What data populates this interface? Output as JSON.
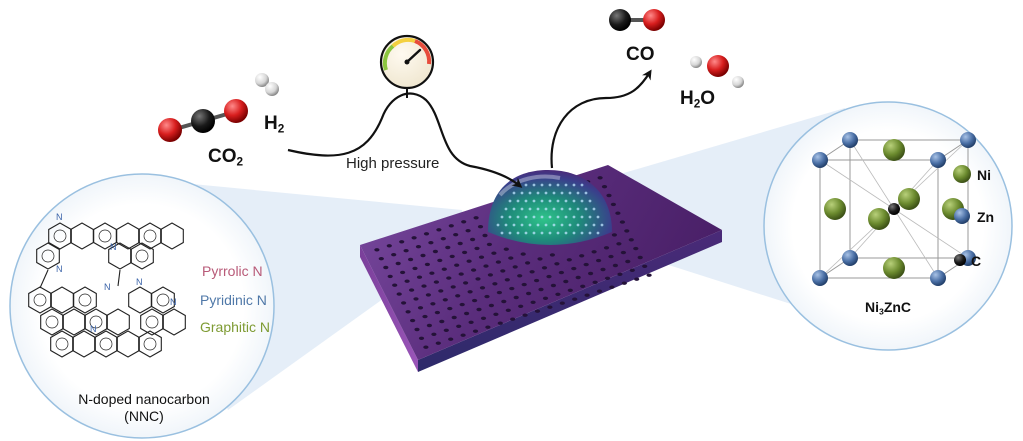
{
  "reactants": {
    "co2": {
      "prefix": "CO",
      "subscript": "2"
    },
    "h2": {
      "prefix": "H",
      "subscript": "2"
    }
  },
  "process": {
    "condition": "High pressure"
  },
  "products": {
    "co": {
      "text": "CO"
    },
    "h2o": {
      "prefix": "H",
      "subscript": "2",
      "suffix": "O"
    }
  },
  "support": {
    "name_line1": "N-doped nanocarbon",
    "name_line2": "(NNC)",
    "nitrogen_types": [
      "Pyrrolic N",
      "Pyridinic N",
      "Graphitic N"
    ],
    "structure_atom_label": "N"
  },
  "catalyst": {
    "formula_prefix": "Ni",
    "formula_subscript": "3",
    "formula_suffix": "ZnC",
    "legend": [
      "Ni",
      "Zn",
      "C"
    ]
  },
  "colors": {
    "oxygen": "#d81e1e",
    "carbon": "#1a1a1a",
    "hydrogen": "#e6e6e6",
    "nickel": "#6b8a2e",
    "zinc": "#4a6fa5",
    "support_purple": "#5a2d7c",
    "pyrrolic": "#b85a78",
    "pyridinic": "#4f78a8",
    "graphitic": "#7e9b33"
  }
}
